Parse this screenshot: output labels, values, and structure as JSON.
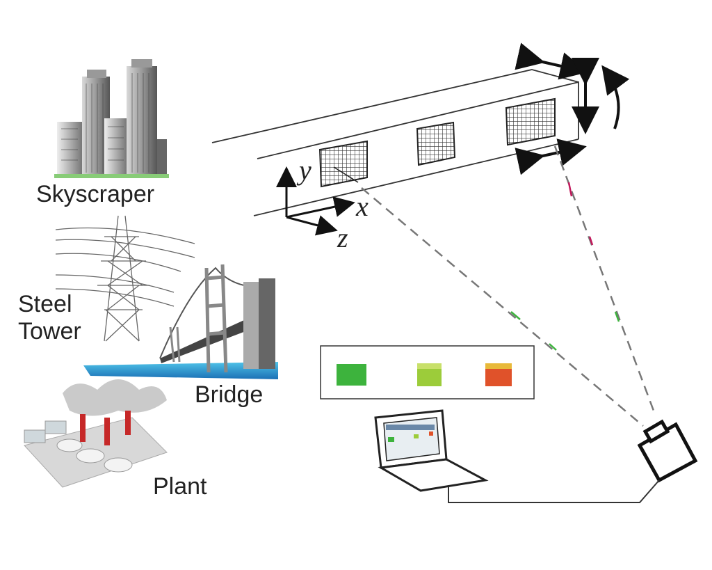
{
  "labels": {
    "skyscraper": "Skyscraper",
    "steel_tower": "Steel\nTower",
    "bridge": "Bridge",
    "plant": "Plant"
  },
  "axes": {
    "x": "x",
    "y": "y",
    "z": "z"
  },
  "colors": {
    "target_green": "#3db33d",
    "target_yellow_green": "#9ccc3a",
    "target_orange_red": "#e0522a",
    "line": "#222222",
    "dashed_line": "#777777"
  }
}
